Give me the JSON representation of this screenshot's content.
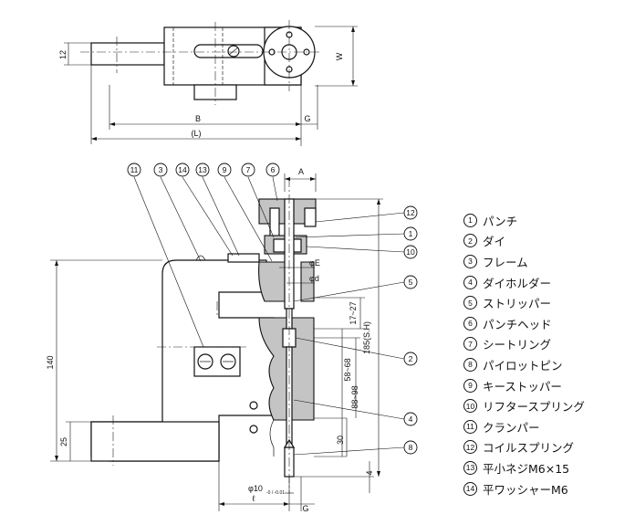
{
  "top_view": {
    "dim_12": "12",
    "dim_w": "W",
    "dim_b": "B",
    "dim_g": "G",
    "dim_l": "(L)"
  },
  "front_view": {
    "dim_a": "A",
    "dim_phi_e": "φE",
    "dim_phi_d": "φd",
    "dim_17_27": "17~27",
    "dim_185_sh": "185(S.H)",
    "dim_58_68": "58~68",
    "dim_88_98": "88~98",
    "dim_30": "30",
    "dim_4": "4",
    "dim_140": "140",
    "dim_25": "25",
    "dim_phi10": "φ10",
    "dim_phi10_tol": "-0 / -0.01",
    "dim_ell": "ℓ",
    "dim_g": "G"
  },
  "callouts": [
    "11",
    "3",
    "14",
    "13",
    "7",
    "6",
    "12",
    "1",
    "10",
    "5",
    "2",
    "4",
    "8",
    "9"
  ],
  "legend": [
    {
      "num": "1",
      "label": "パンチ"
    },
    {
      "num": "2",
      "label": "ダイ"
    },
    {
      "num": "3",
      "label": "フレーム"
    },
    {
      "num": "4",
      "label": "ダイホルダー"
    },
    {
      "num": "5",
      "label": "ストリッパー"
    },
    {
      "num": "6",
      "label": "パンチヘッド"
    },
    {
      "num": "7",
      "label": "シートリング"
    },
    {
      "num": "8",
      "label": "パイロットピン"
    },
    {
      "num": "9",
      "label": "キーストッパー"
    },
    {
      "num": "10",
      "label": "リフタースプリング"
    },
    {
      "num": "11",
      "label": "クランパー"
    },
    {
      "num": "12",
      "label": "コイルスプリング"
    },
    {
      "num": "13",
      "label": "平小ネジM6×15"
    },
    {
      "num": "14",
      "label": "平ワッシャーM6"
    }
  ]
}
